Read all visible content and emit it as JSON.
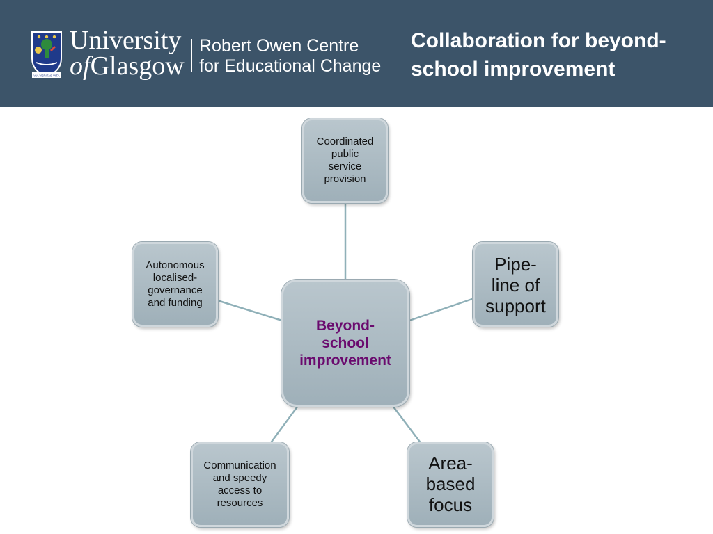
{
  "header": {
    "university_line1": "University",
    "university_of": "of",
    "university_line2": "Glasgow",
    "centre_line1": "Robert Owen Centre",
    "centre_line2": "for Educational Change",
    "crest_motto": "VIA VERITAS VITA",
    "title_line1": "Collaboration for beyond-",
    "title_line2": "school improvement"
  },
  "diagram": {
    "center": {
      "lines": [
        "Beyond-",
        "school",
        "improvement"
      ]
    },
    "nodes": [
      {
        "id": "coordinated",
        "lines": [
          "Coordinated",
          "public",
          "service",
          "provision"
        ]
      },
      {
        "id": "pipeline",
        "lines": [
          "Pipe-",
          "line of",
          "support"
        ]
      },
      {
        "id": "area",
        "lines": [
          "Area-",
          "based",
          "focus"
        ]
      },
      {
        "id": "communication",
        "lines": [
          "Communication",
          "and speedy",
          "access to",
          "resources"
        ]
      },
      {
        "id": "autonomous",
        "lines": [
          "Autonomous",
          "localised-",
          "governance",
          "and funding"
        ]
      }
    ]
  },
  "colors": {
    "header_bg": "#3c5469",
    "node_fill": "#a9b8c0",
    "center_text": "#6a0a6e",
    "connector": "#8fb0b8"
  }
}
